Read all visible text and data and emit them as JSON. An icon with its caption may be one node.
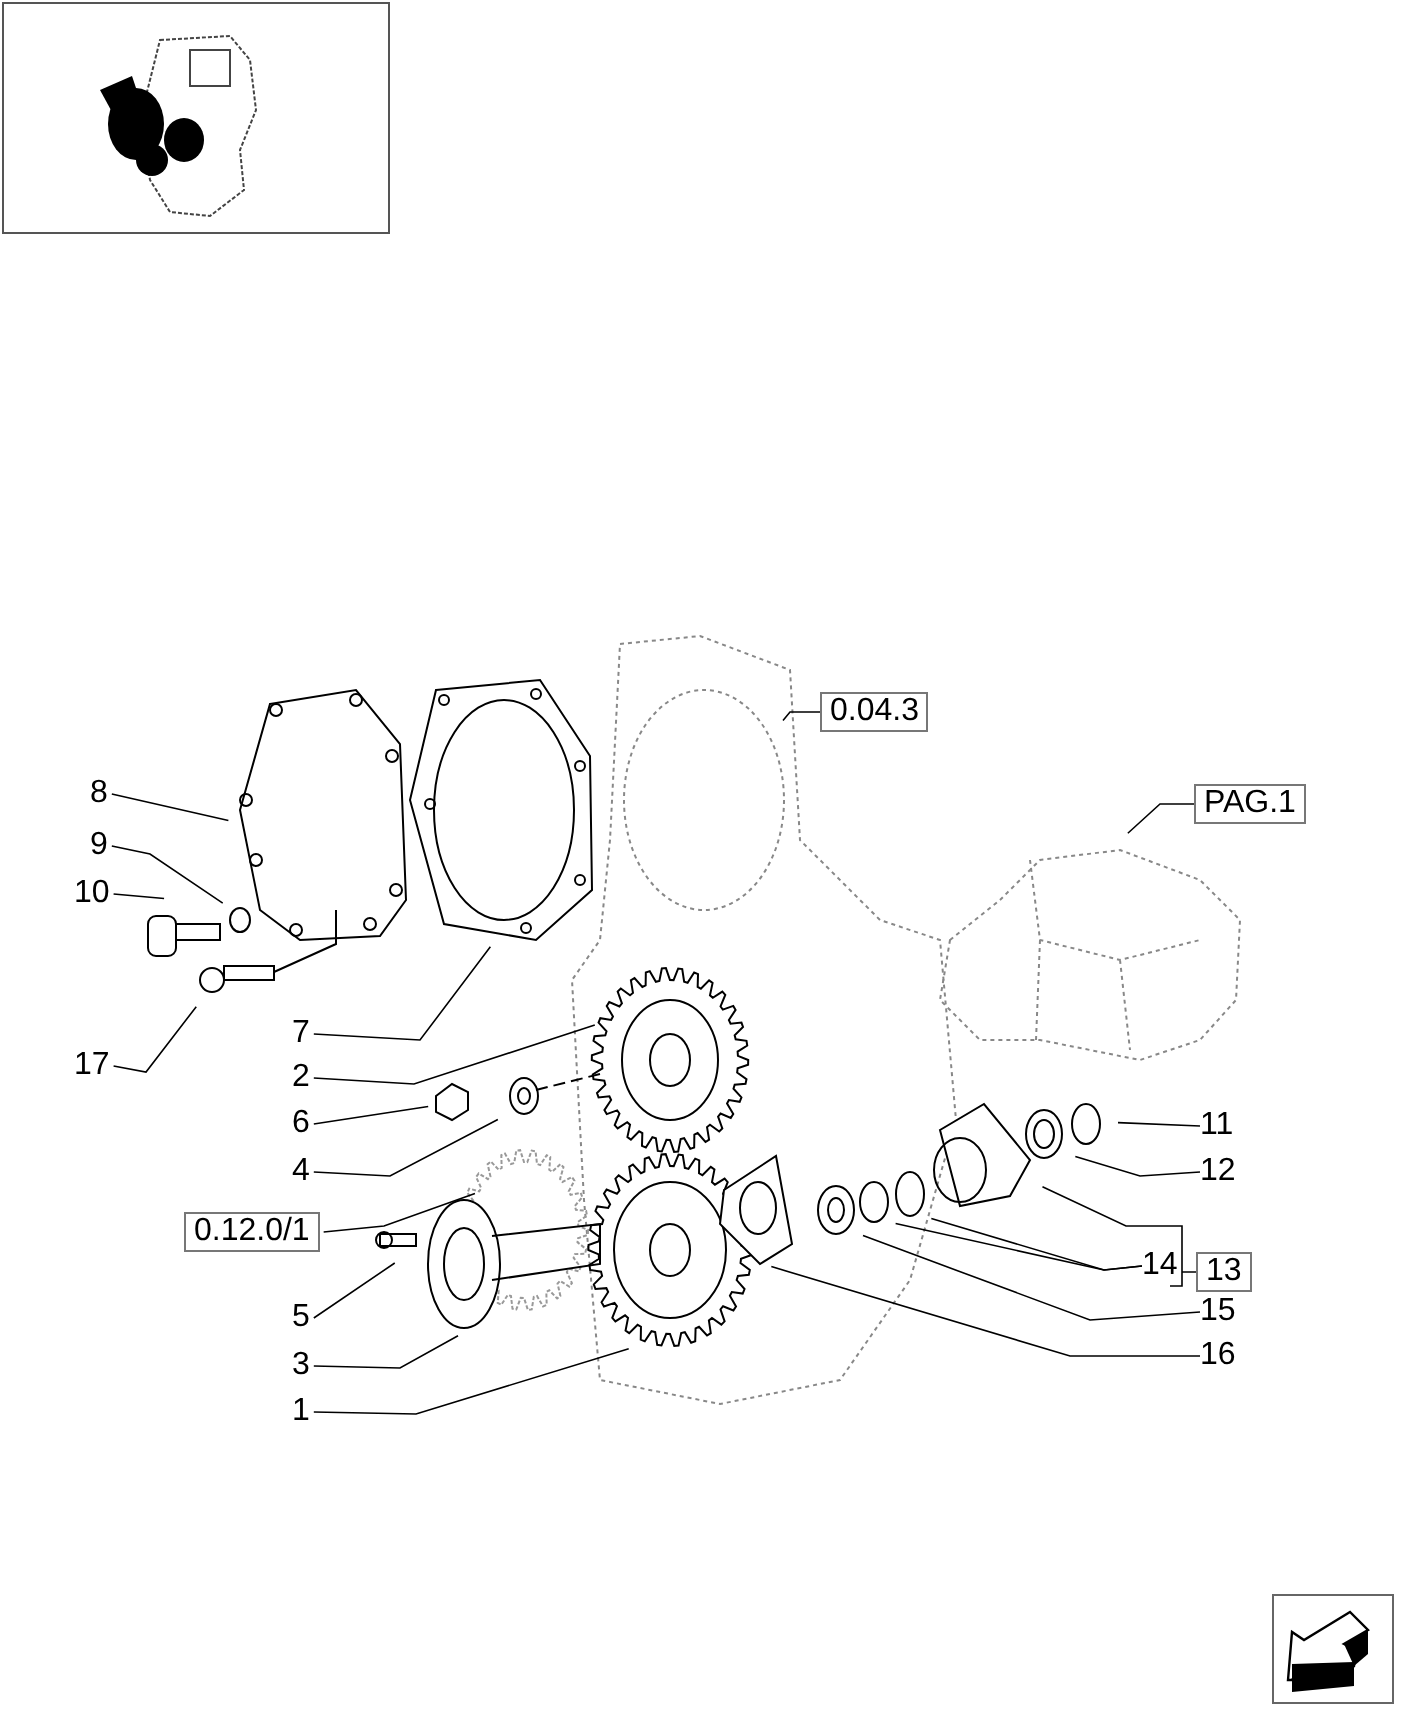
{
  "diagram": {
    "nodes": [
      {
        "text": [
          "0.04.3"
        ]
      },
      {
        "text": [
          "8"
        ]
      },
      {
        "text": [
          "PAG.1"
        ]
      },
      {
        "text": [
          "9"
        ]
      },
      {
        "text": [
          "10"
        ]
      },
      {
        "text": [
          "7"
        ]
      },
      {
        "text": [
          "17"
        ]
      },
      {
        "text": [
          "2"
        ]
      },
      {
        "text": [
          "11"
        ]
      },
      {
        "text": [
          "6"
        ]
      },
      {
        "text": [
          "12"
        ]
      },
      {
        "text": [
          "4"
        ]
      },
      {
        "text": [
          "0.12.0/1"
        ]
      },
      {
        "text": [
          "14"
        ]
      },
      {
        "text": [
          "13"
        ]
      },
      {
        "text": [
          "15"
        ]
      },
      {
        "text": [
          "5"
        ]
      },
      {
        "text": [
          "16"
        ]
      },
      {
        "text": [
          "3"
        ]
      },
      {
        "text": [
          "1"
        ]
      }
    ],
    "edges": [
      {
        "from": 0,
        "to": null,
        "arrow": "none"
      },
      {
        "from": 1,
        "to": null,
        "arrow": "none"
      },
      {
        "from": 2,
        "to": null,
        "arrow": "none"
      },
      {
        "from": 3,
        "to": null,
        "arrow": "none"
      },
      {
        "from": 4,
        "to": null,
        "arrow": "none"
      },
      {
        "from": 5,
        "to": null,
        "arrow": "none"
      },
      {
        "from": 6,
        "to": null,
        "arrow": "none"
      },
      {
        "from": 7,
        "to": null,
        "arrow": "none"
      },
      {
        "from": 8,
        "to": null,
        "arrow": "none"
      },
      {
        "from": 9,
        "to": null,
        "arrow": "none"
      },
      {
        "from": 10,
        "to": null,
        "arrow": "none"
      },
      {
        "from": 11,
        "to": null,
        "arrow": "none"
      },
      {
        "from": 12,
        "to": null,
        "arrow": "none"
      },
      {
        "from": 13,
        "to": null,
        "arrow": "none"
      },
      {
        "from": 13,
        "to": null,
        "arrow": "none"
      },
      {
        "from": 14,
        "to": null,
        "arrow": "none"
      },
      {
        "from": 15,
        "to": null,
        "arrow": "none"
      },
      {
        "from": 16,
        "to": null,
        "arrow": "none"
      },
      {
        "from": 17,
        "to": null,
        "arrow": "none"
      },
      {
        "from": 18,
        "to": null,
        "arrow": "none"
      },
      {
        "from": 19,
        "to": null,
        "arrow": "none"
      }
    ]
  }
}
